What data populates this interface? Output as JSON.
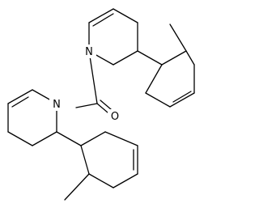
{
  "molecule": {
    "atoms": {
      "n_top": "N",
      "n_bottom": "N",
      "o_carbonyl": "O"
    }
  }
}
